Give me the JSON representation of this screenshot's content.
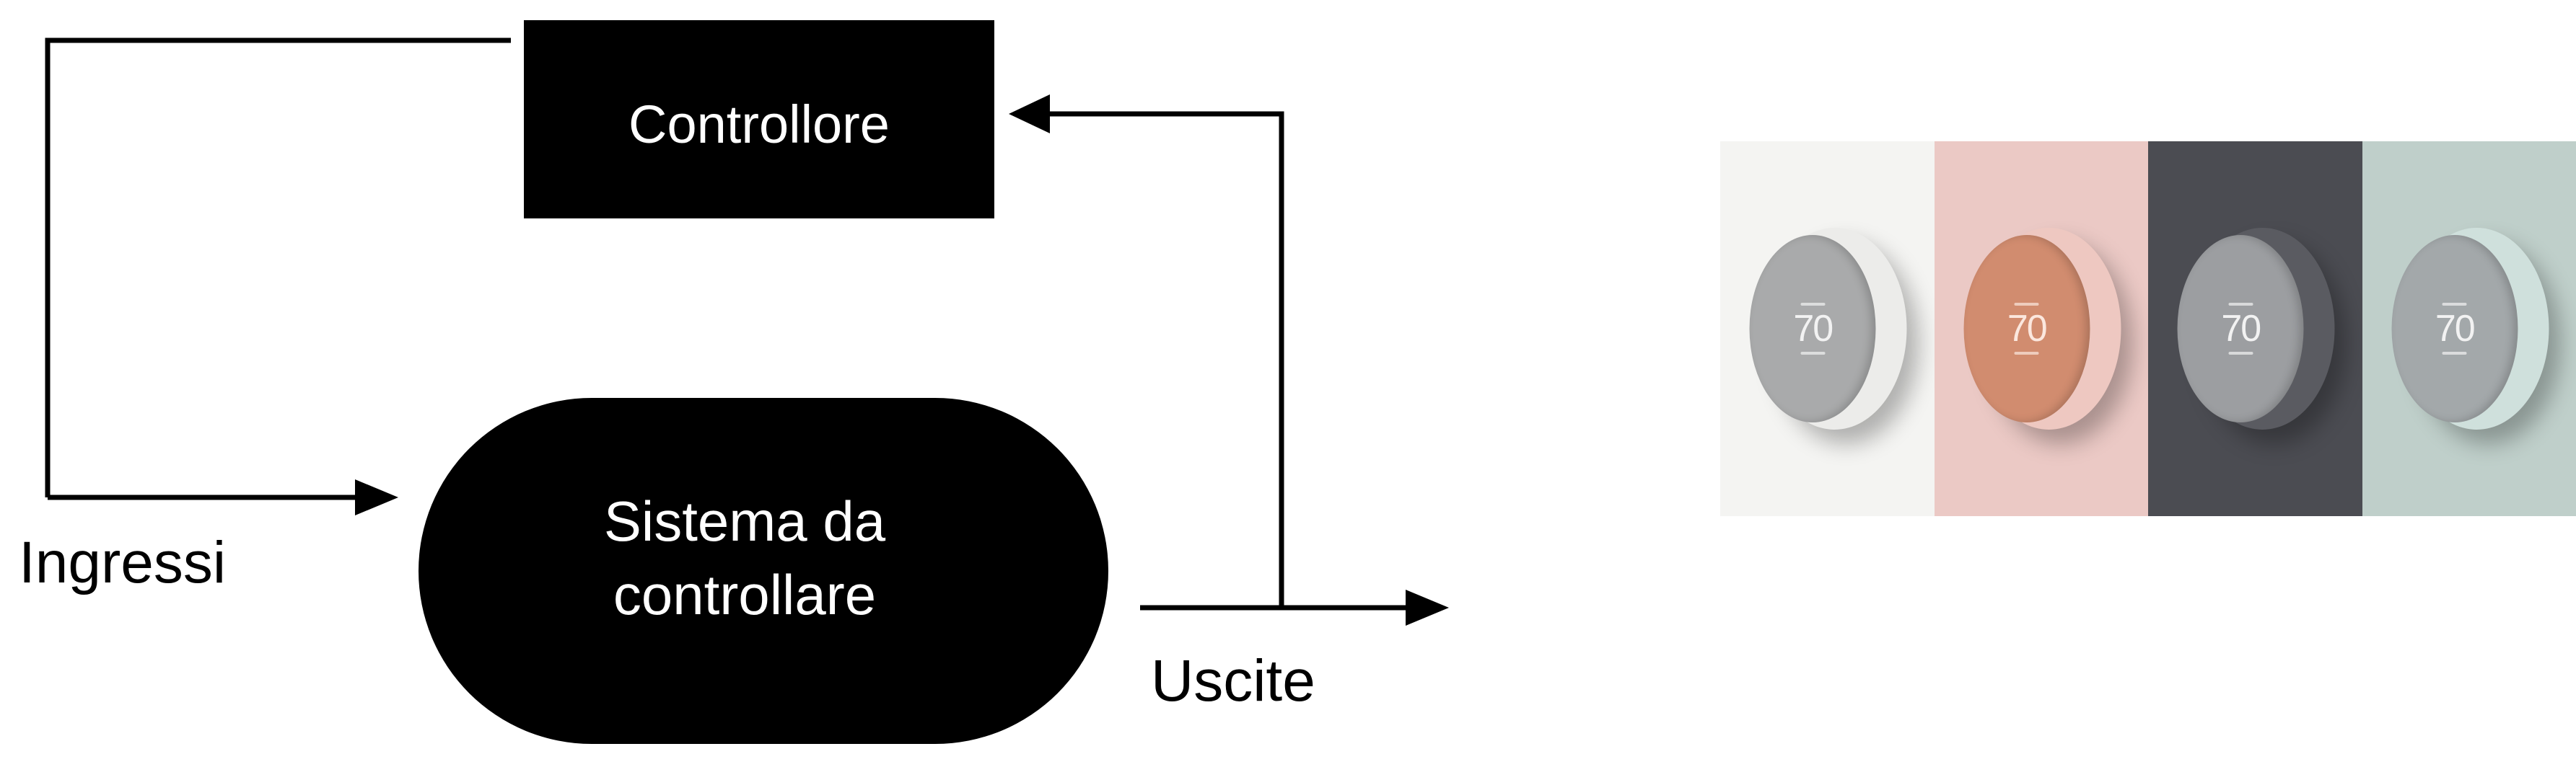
{
  "diagram": {
    "controller_label": "Controllore",
    "system_label_line1": "Sistema da",
    "system_label_line2": "controllare",
    "inputs_label": "Ingressi",
    "outputs_label": "Uscite"
  },
  "photo": {
    "panels": [
      {
        "background": "#f4f4f2",
        "body": "#ececea",
        "face": "#a9aaab",
        "face_text": "#f2f2f2",
        "temperature": "70"
      },
      {
        "background": "#ebc9c5",
        "body": "#eec8c1",
        "face": "#d18c6f",
        "face_text": "#fbe7de",
        "temperature": "70"
      },
      {
        "background": "#4b4c52",
        "body": "#5a5b61",
        "face": "#9c9ea1",
        "face_text": "#f2f2f2",
        "temperature": "70"
      },
      {
        "background": "#bfcfca",
        "body": "#cfe0dc",
        "face": "#a3a8aa",
        "face_text": "#f2f2f2",
        "temperature": "70"
      }
    ]
  }
}
